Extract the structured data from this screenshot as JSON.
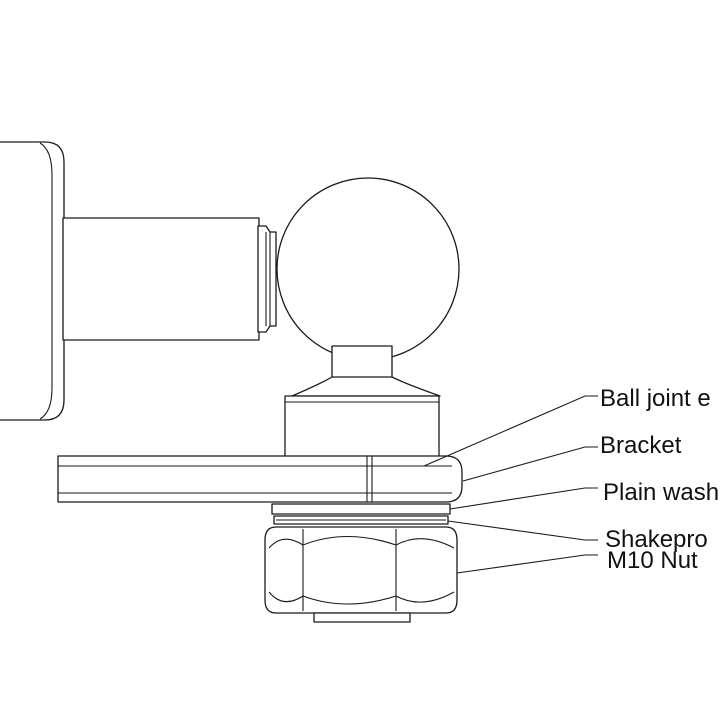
{
  "labels": {
    "ball_joint": "Ball joint e",
    "bracket": "Bracket",
    "plain_washer": "Plain wash",
    "shakeproof": "Shakepro",
    "nut": "M10 Nut"
  },
  "colors": {
    "line": "#1a1a1a",
    "background": "#ffffff"
  }
}
